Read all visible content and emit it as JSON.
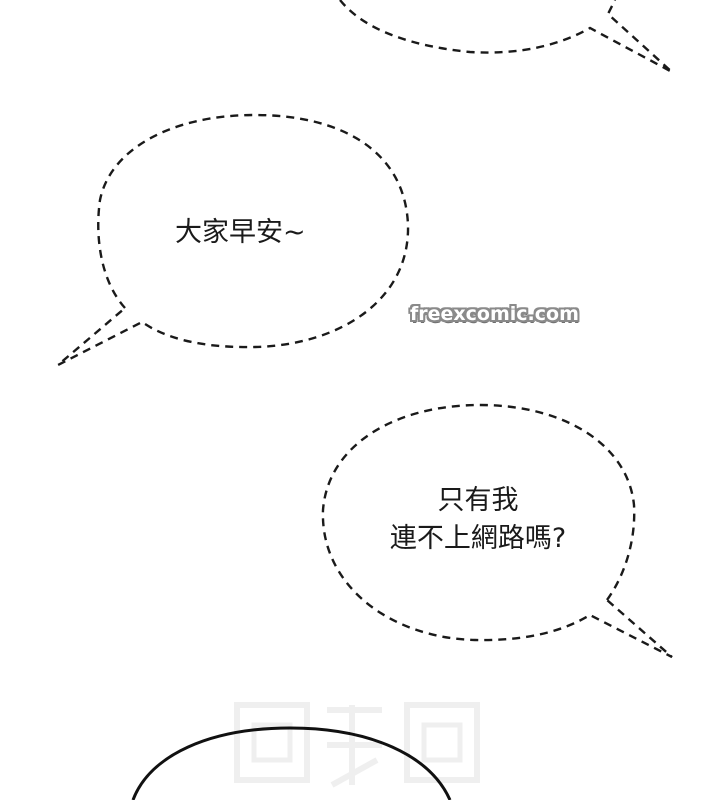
{
  "panel": {
    "background_color": "#ffffff",
    "line_color": "#1a1a1a",
    "bubbles": [
      {
        "id": "top-partial",
        "text": ""
      },
      {
        "id": "greeting",
        "text": "大家早安~"
      },
      {
        "id": "question",
        "lines": [
          "只有我",
          "連不上網路嗎?"
        ]
      },
      {
        "id": "bottom-partial",
        "text": ""
      }
    ]
  },
  "watermark": {
    "site_logo": "freexcomic.com",
    "logo_fill": "#ffffff",
    "logo_outline": "#8a8a8a"
  }
}
